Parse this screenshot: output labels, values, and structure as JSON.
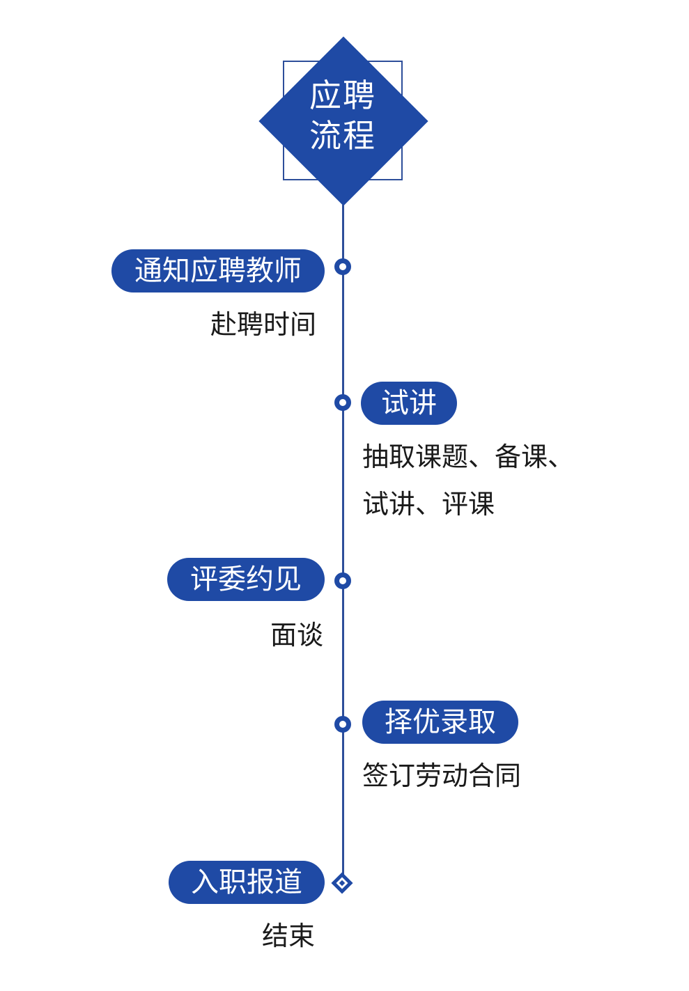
{
  "title": {
    "line1": "应聘",
    "line2": "流程"
  },
  "colors": {
    "primary": "#1f4aa5",
    "line": "#2d4e9a",
    "text": "#1a1a1a"
  },
  "steps": [
    {
      "label": "通知应聘教师",
      "desc": [
        "赴聘时间"
      ]
    },
    {
      "label": "试讲",
      "desc": [
        "抽取课题、备课、",
        "试讲、评课"
      ]
    },
    {
      "label": "评委约见",
      "desc": [
        "面谈"
      ]
    },
    {
      "label": "择优录取",
      "desc": [
        "签订劳动合同"
      ]
    },
    {
      "label": "入职报道",
      "desc": [
        "结束"
      ]
    }
  ]
}
